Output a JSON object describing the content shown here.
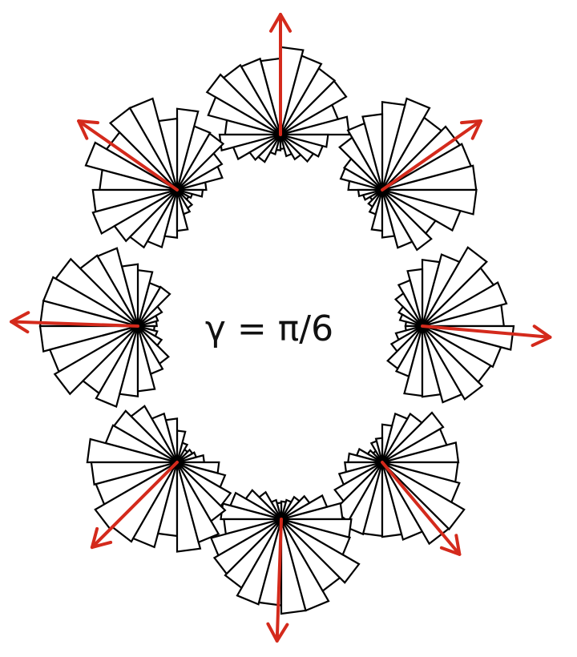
{
  "figure": {
    "center_label": "γ = π/6",
    "arrow_color": "#d42a1c",
    "wedge_fill": "#ffffff",
    "wedge_stroke": "#000000"
  },
  "rose_plots": [
    {
      "id": "north",
      "arrow_direction_deg": 90,
      "bins": 24,
      "skew": 0.0
    },
    {
      "id": "north-east",
      "arrow_direction_deg": 35,
      "bins": 24,
      "skew": 0.0
    },
    {
      "id": "east",
      "arrow_direction_deg": -5,
      "bins": 24,
      "skew": 0.0
    },
    {
      "id": "south-east",
      "arrow_direction_deg": -50,
      "bins": 24,
      "skew": 0.0
    },
    {
      "id": "south",
      "arrow_direction_deg": -92,
      "bins": 24,
      "skew": 0.0
    },
    {
      "id": "south-west",
      "arrow_direction_deg": -135,
      "bins": 24,
      "skew": 0.0
    },
    {
      "id": "west",
      "arrow_direction_deg": 178,
      "bins": 24,
      "skew": 0.0
    },
    {
      "id": "north-west",
      "arrow_direction_deg": 145,
      "bins": 24,
      "skew": 0.0
    }
  ]
}
